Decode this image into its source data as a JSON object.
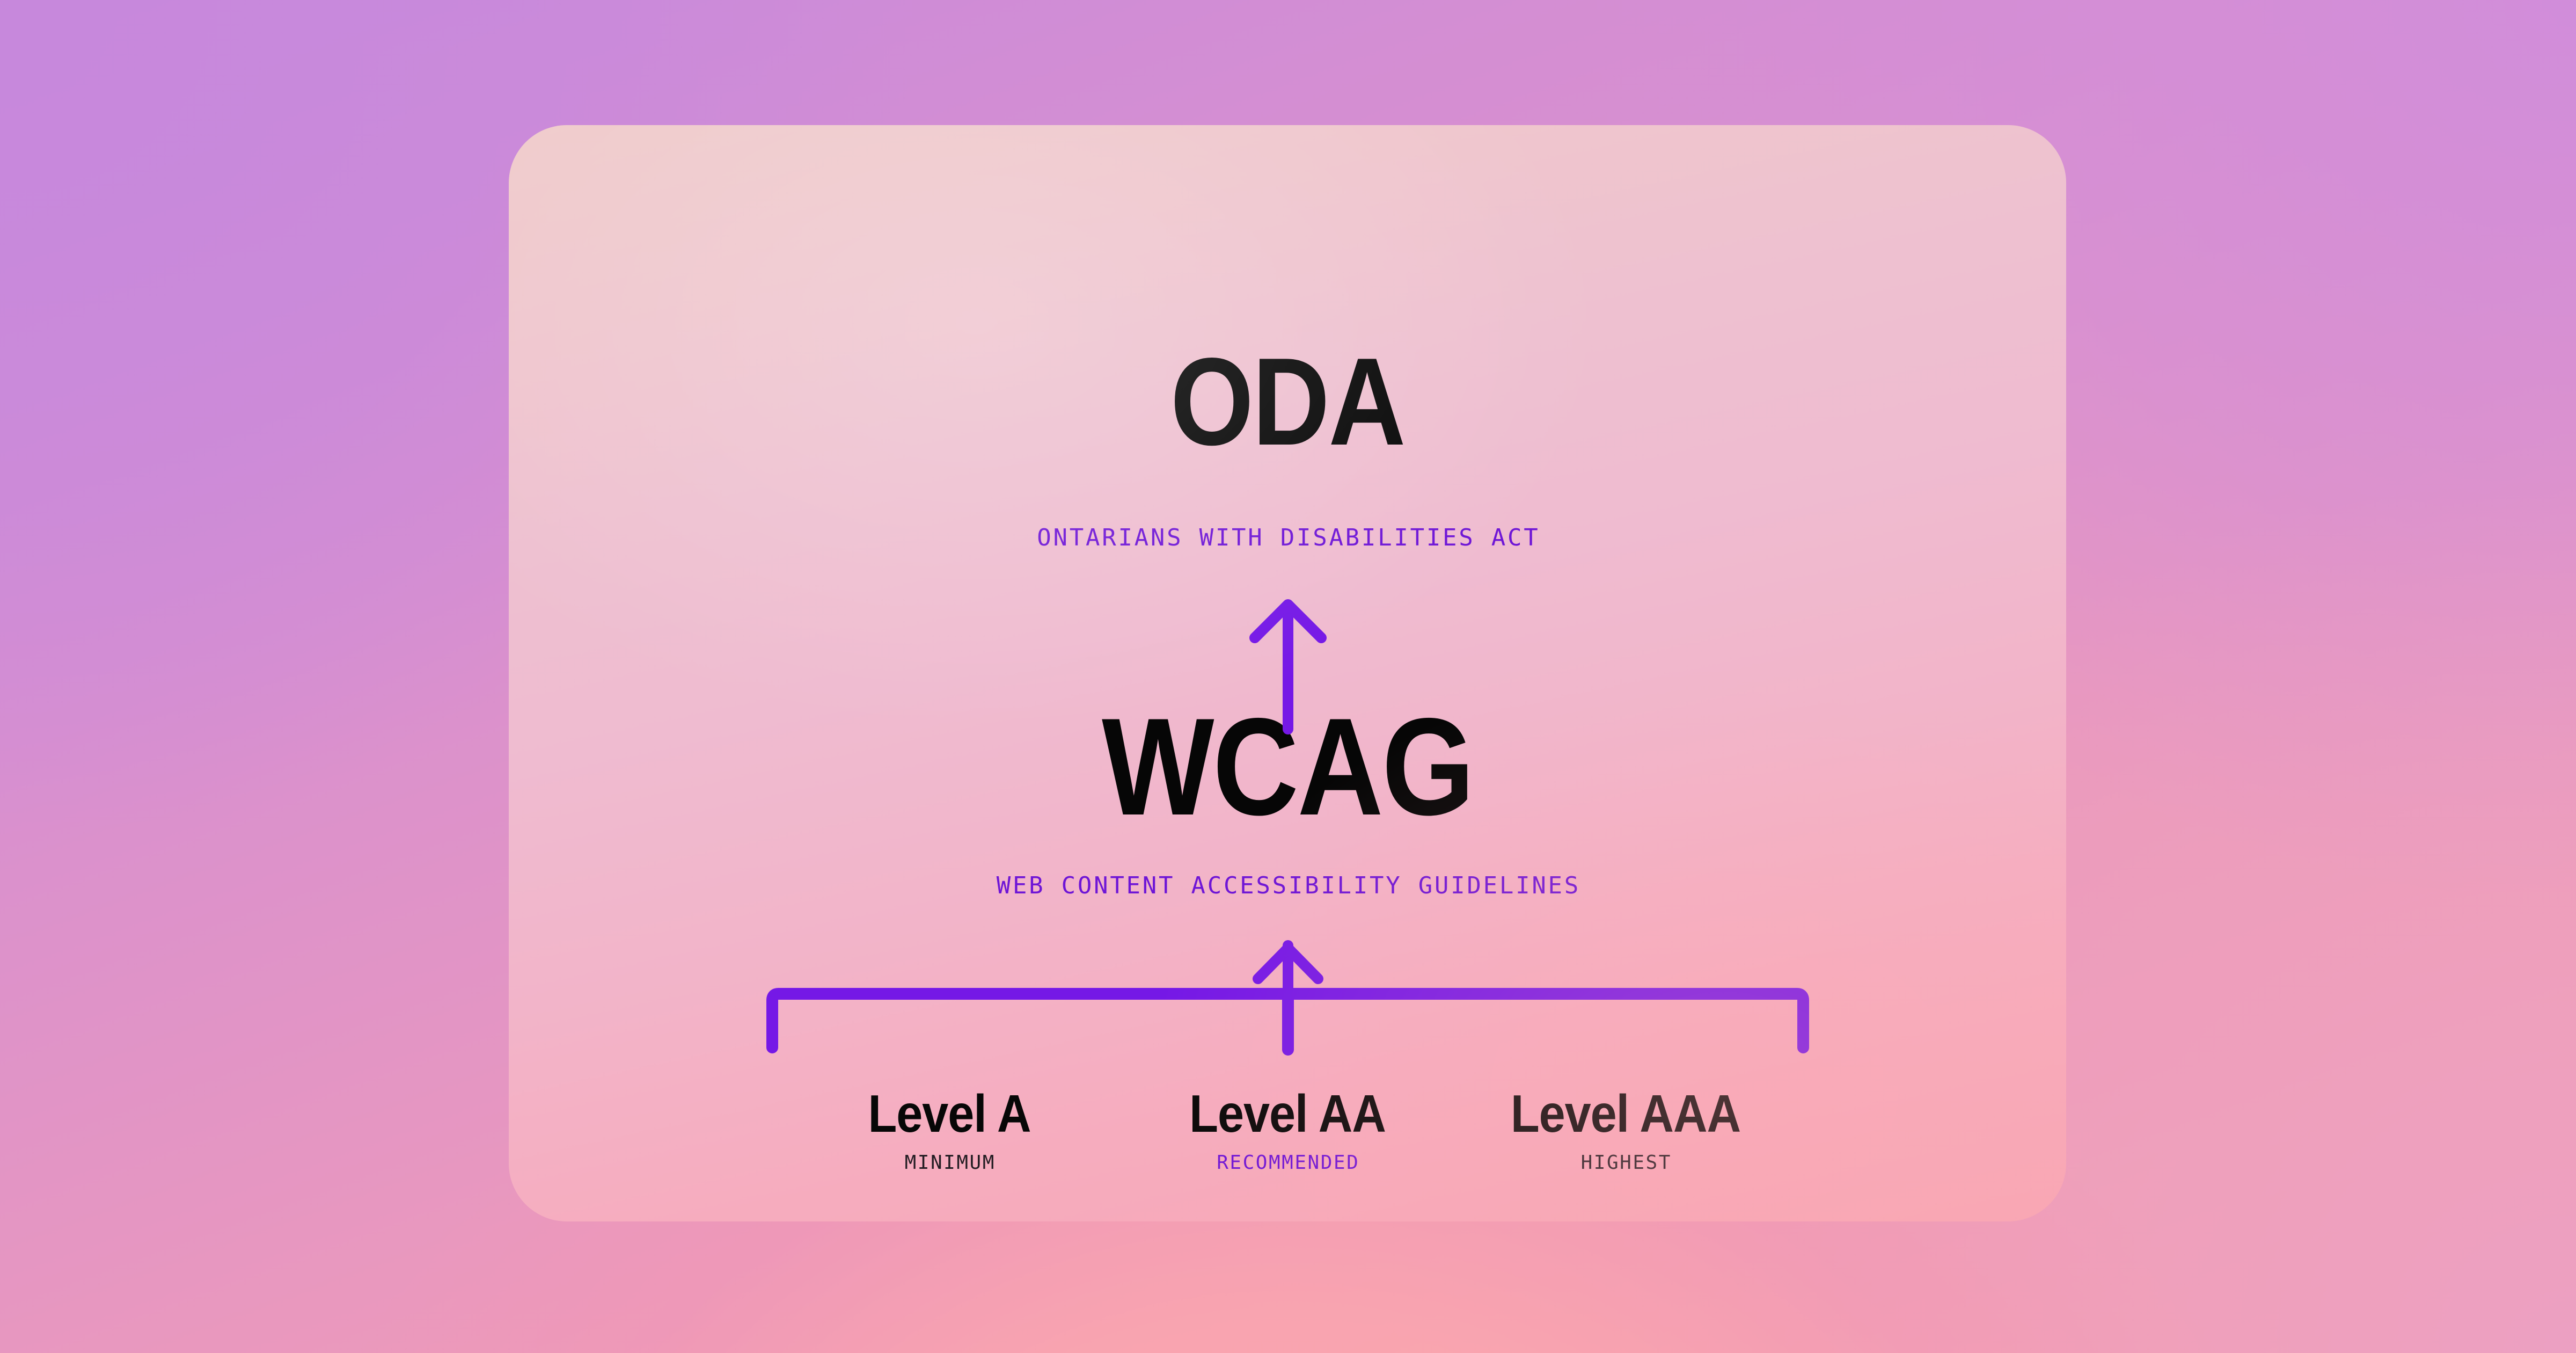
{
  "theme": {
    "accent_purple": "#7518E6",
    "caption_purple": "#6E15D6",
    "text_black": "#060606",
    "card_top": "#EFCBCB",
    "card_bottom": "#F8A6B4",
    "background_top_left": "#C788DC",
    "background_bottom_center": "#FBA6AE"
  },
  "diagram": {
    "top": {
      "acronym": "ODA",
      "expansion": "ONTARIANS WITH DISABILITIES ACT"
    },
    "middle": {
      "acronym": "WCAG",
      "expansion": "WEB CONTENT ACCESSIBILITY GUIDELINES"
    },
    "arrow_to_oda": "up-arrow-icon",
    "arrow_to_wcag": "up-arrow-icon",
    "bracket": "bracket-connector",
    "levels": [
      {
        "title": "Level A",
        "note": "MINIMUM",
        "note_style": "dark"
      },
      {
        "title": "Level AA",
        "note": "RECOMMENDED",
        "note_style": "accent"
      },
      {
        "title": "Level AAA",
        "note": "HIGHEST",
        "note_style": "dark"
      }
    ]
  }
}
